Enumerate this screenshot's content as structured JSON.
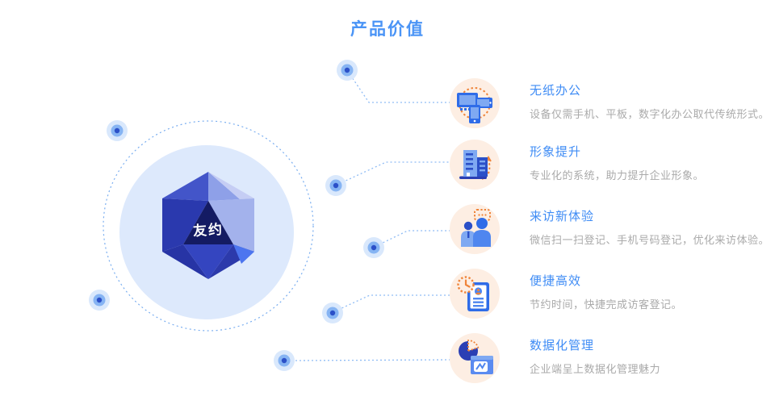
{
  "page": {
    "title": "产品价值"
  },
  "logo": {
    "text": "友约"
  },
  "features": [
    {
      "icon": "devices-icon",
      "title": "无纸办公",
      "desc": "设备仅需手机、平板，数字化办公取代传统形式。"
    },
    {
      "icon": "building-icon",
      "title": "形象提升",
      "desc": "专业化的系统，助力提升企业形象。"
    },
    {
      "icon": "visitors-icon",
      "title": "来访新体验",
      "desc": "微信扫一扫登记、手机号码登记，优化来访体验。"
    },
    {
      "icon": "clock-document-icon",
      "title": "便捷高效",
      "desc": "节约时间，快捷完成访客登记。"
    },
    {
      "icon": "data-chart-icon",
      "title": "数据化管理",
      "desc": "企业端呈上数据化管理魅力"
    }
  ],
  "colors": {
    "title_blue": "#4a94f6",
    "feature_title_blue": "#3f8cf5",
    "desc_gray": "#aaaaaa",
    "icon_circle_peach": "#fdeee3",
    "accent_orange": "#ef8439",
    "primary_blue": "#2f6ce8",
    "light_circle": "#dde9fc",
    "connector_blue": "#8fbcf5",
    "dot_core_blue": "#2b50c8"
  }
}
